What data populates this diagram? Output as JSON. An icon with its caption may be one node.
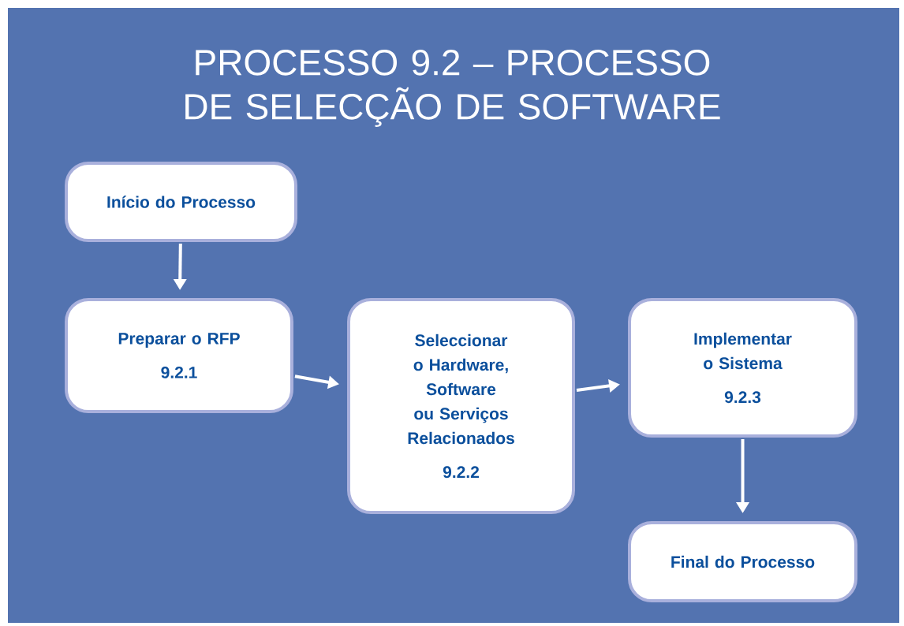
{
  "diagram": {
    "title": "PROCESSO 9.2 – PROCESSO DE SELECÇÃO DE SOFTWARE",
    "nodes": [
      {
        "text": [
          "Início do Processo"
        ]
      },
      {
        "text": [
          "Preparar o RFP",
          "9.2.1"
        ]
      },
      {
        "text": [
          "Seleccionar o Hardware, Software ou Serviços Relacionados",
          "9.2.2"
        ]
      },
      {
        "text": [
          "Implementar o Sistema",
          "9.2.3"
        ]
      },
      {
        "text": [
          "Final do Processo"
        ]
      }
    ],
    "edges": [
      {
        "from": 0,
        "to": 1,
        "arrow": "to"
      },
      {
        "from": 1,
        "to": 2,
        "arrow": "to"
      },
      {
        "from": 2,
        "to": 3,
        "arrow": "to"
      },
      {
        "from": 3,
        "to": 4,
        "arrow": "to"
      }
    ]
  }
}
